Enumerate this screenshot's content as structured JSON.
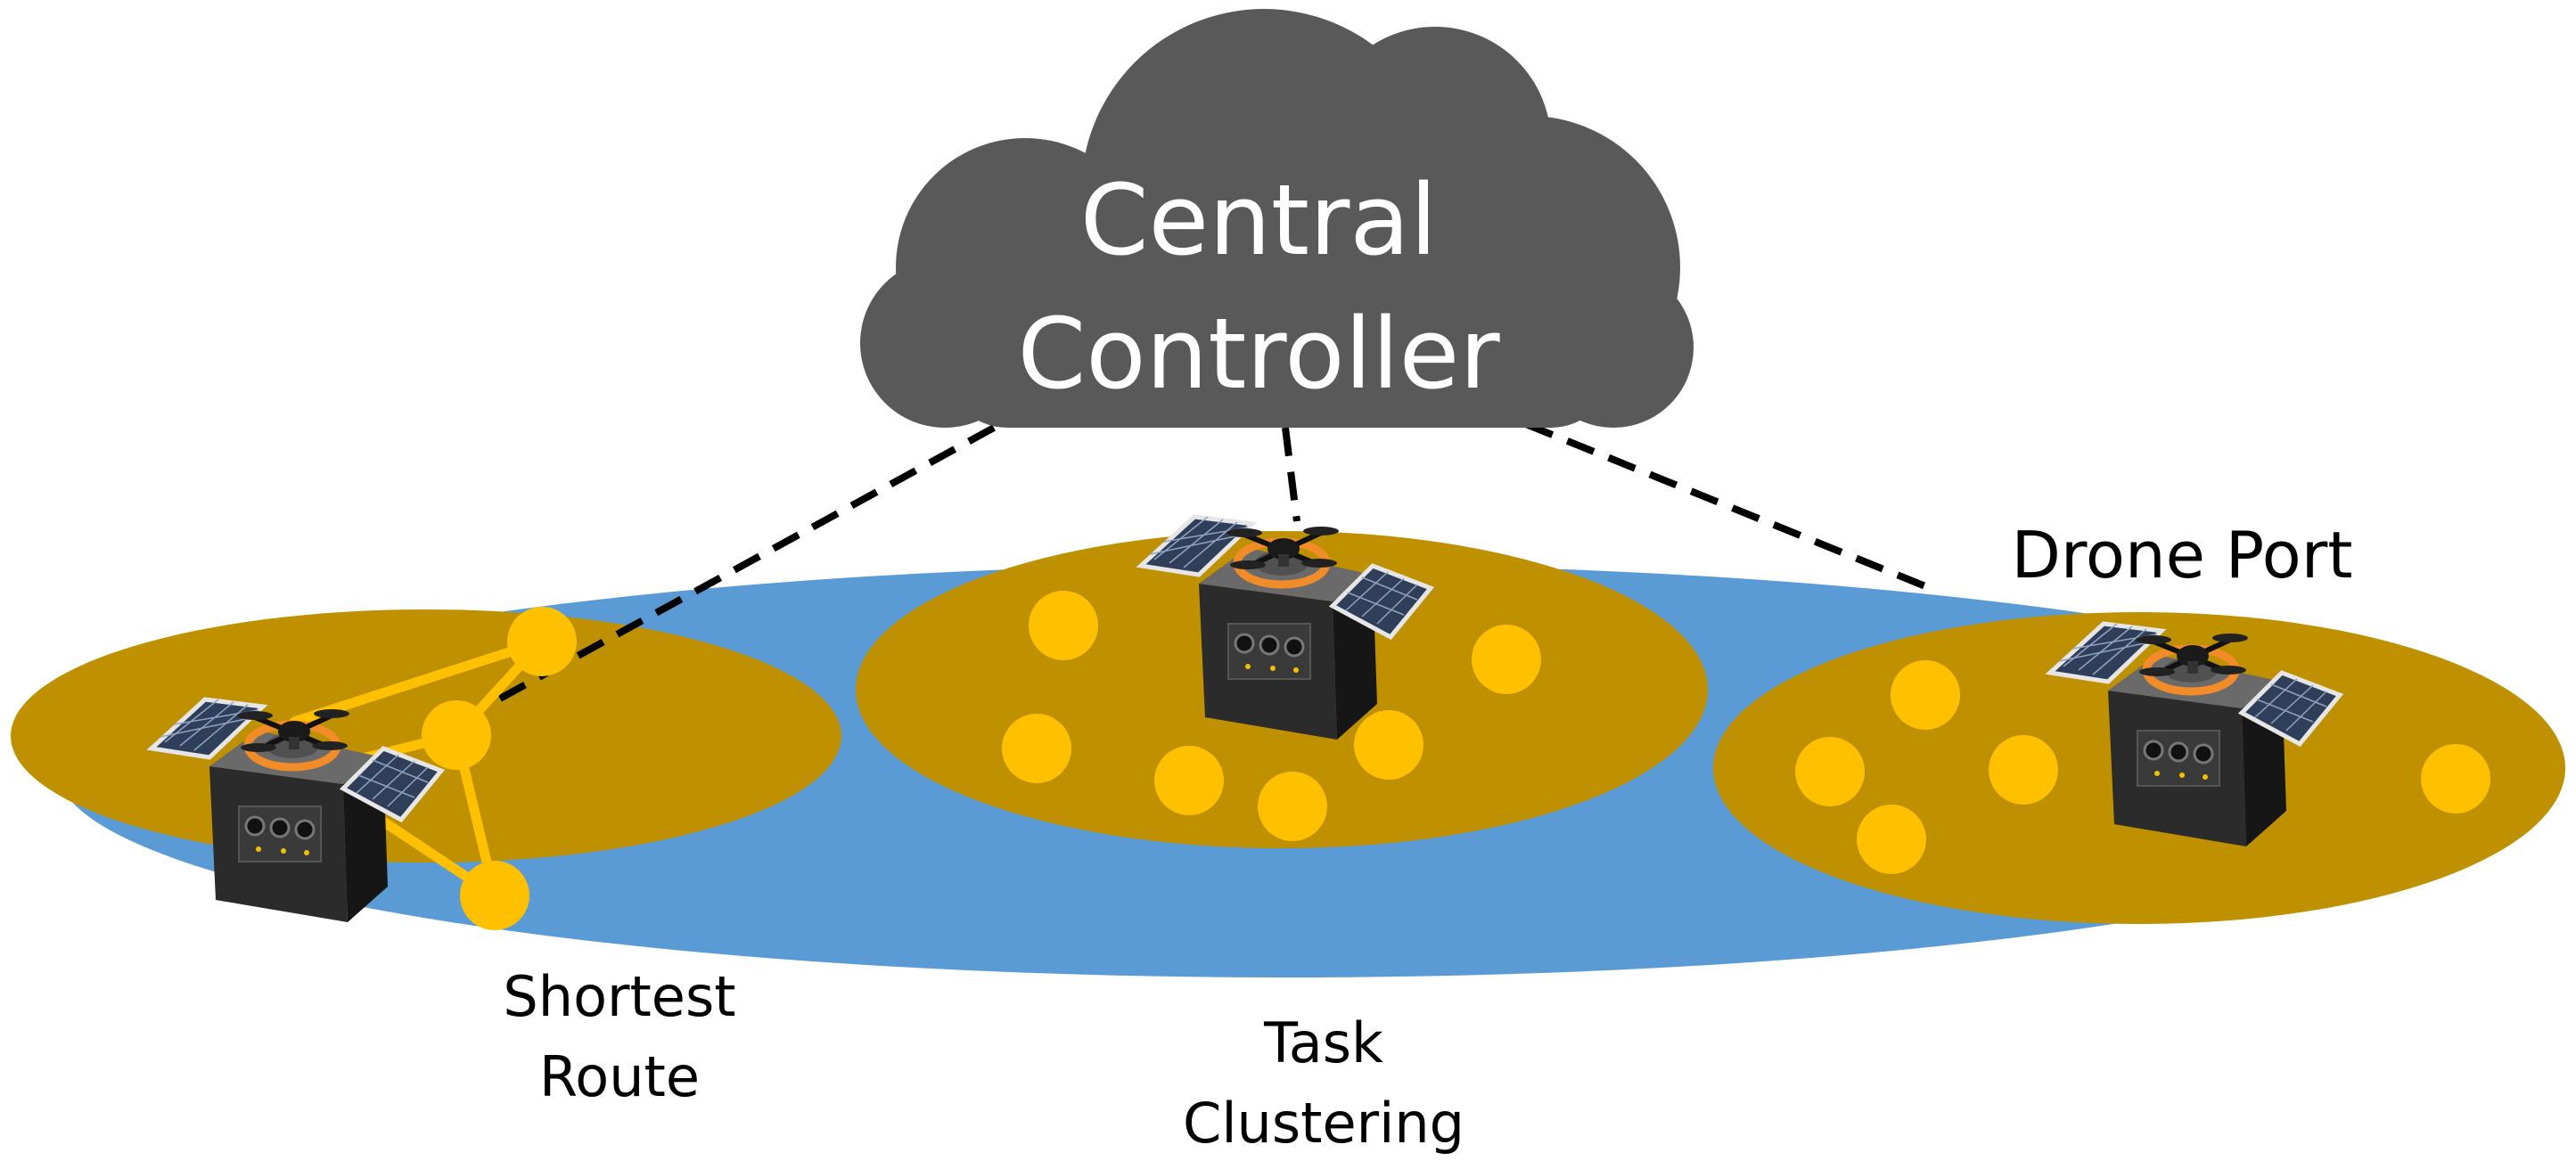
{
  "cloud": {
    "line1": "Central",
    "line2": "Controller"
  },
  "labels": {
    "drone_port": "Drone Port",
    "shortest_route_line1": "Shortest",
    "shortest_route_line2": "Route",
    "task_clustering_line1": "Task",
    "task_clustering_line2": "Clustering"
  },
  "colors": {
    "background": "#ffffff",
    "cloud": "#595959",
    "cloud_text": "#ffffff",
    "ground_ellipse": "#5b9bd5",
    "cluster_ellipse": "#bf9000",
    "task_point": "#ffc000",
    "route_line": "#ffc000",
    "dashed_link": "#000000",
    "label_text": "#000000"
  },
  "icons": {
    "drone_port_station": "drone-port-station-icon",
    "drone": "quadcopter-drone-icon",
    "task": "task-point-icon"
  }
}
